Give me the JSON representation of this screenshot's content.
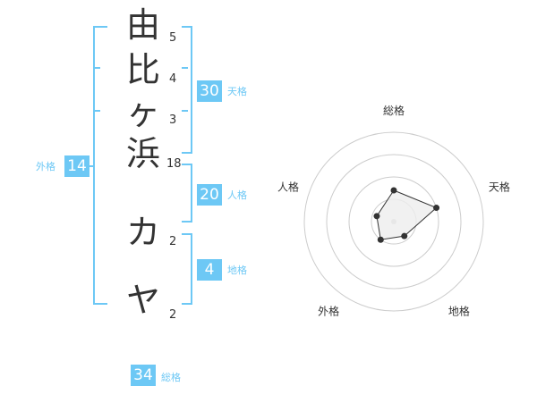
{
  "name": {
    "chars": [
      {
        "char": "由",
        "strokes": "5"
      },
      {
        "char": "比",
        "strokes": "4"
      },
      {
        "char": "ヶ",
        "strokes": "3"
      },
      {
        "char": "浜",
        "strokes": "18"
      },
      {
        "char": "カ",
        "strokes": "2"
      },
      {
        "char": "ヤ",
        "strokes": "2"
      }
    ]
  },
  "scores": {
    "tenkaku": {
      "label": "天格",
      "value": "30"
    },
    "jinkaku": {
      "label": "人格",
      "value": "20"
    },
    "chikaku": {
      "label": "地格",
      "value": "4"
    },
    "gaikaku": {
      "label": "外格",
      "value": "14"
    },
    "soukaku": {
      "label": "総格",
      "value": "34"
    }
  },
  "colors": {
    "accent": "#6dc8f5",
    "text": "#333333",
    "grid": "#cccccc",
    "point": "#333333"
  },
  "chart_data": {
    "type": "radar",
    "axes": [
      "総格",
      "天格",
      "地格",
      "外格",
      "人格"
    ],
    "values": [
      0.35,
      0.5,
      0.2,
      0.25,
      0.2
    ],
    "range": [
      0,
      1
    ],
    "rings": 4
  }
}
